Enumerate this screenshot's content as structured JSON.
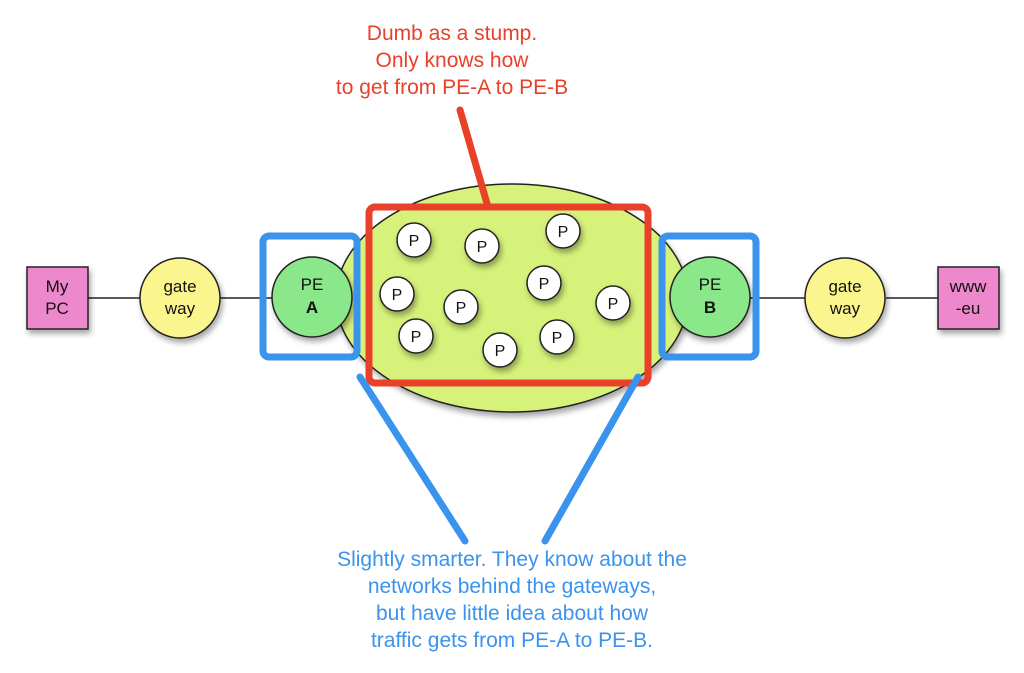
{
  "nodes": {
    "my_pc": [
      "My",
      "PC"
    ],
    "gateway_left": [
      "gate",
      "way"
    ],
    "pe_a": [
      "PE",
      "A"
    ],
    "p_router": "P",
    "pe_b": [
      "PE",
      "B"
    ],
    "gateway_right": [
      "gate",
      "way"
    ],
    "www_eu": [
      "www",
      "-eu"
    ]
  },
  "annotations": {
    "core": [
      "Dumb as a stump.",
      "Only knows how",
      "to get from PE-A to PE-B"
    ],
    "edge": [
      "Slightly smarter.  They know about the",
      "networks behind the gateways,",
      "but have little idea about how",
      "traffic gets from PE-A to PE-B."
    ]
  },
  "colors": {
    "pc_box": "#ee88cc",
    "gateway": "#fbf58e",
    "pe": "#8ae88a",
    "core_cloud": "#d6f27a",
    "core_highlight": "#e9402a",
    "edge_highlight": "#3a93ec"
  }
}
